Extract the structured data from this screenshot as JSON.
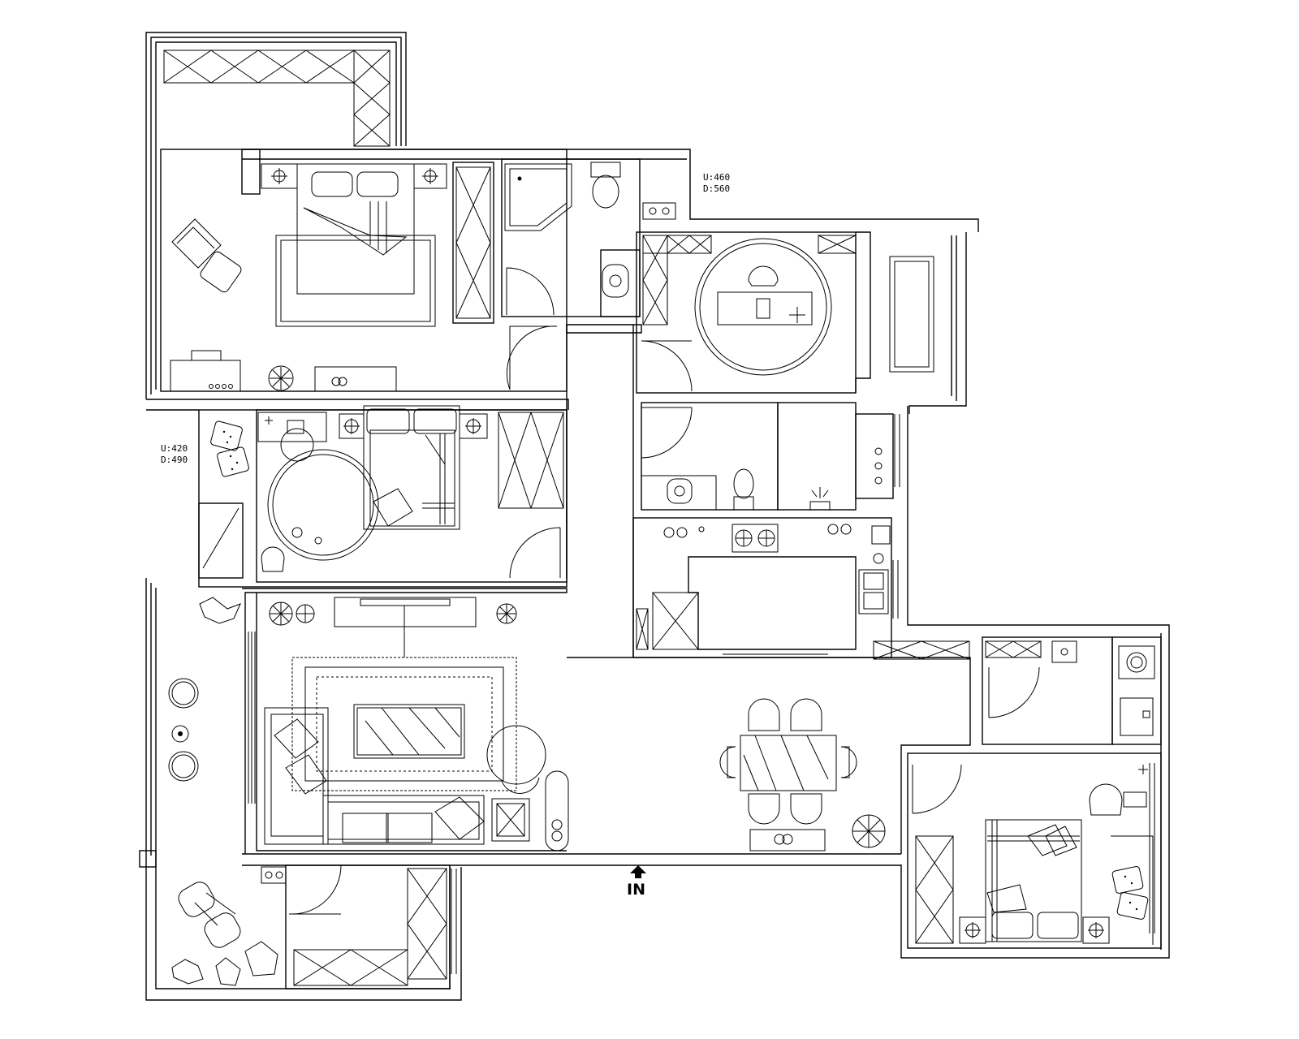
{
  "labels": {
    "window_tag_1_line1": "U:460",
    "window_tag_1_line2": "D:560",
    "window_tag_2_line1": "U:420",
    "window_tag_2_line2": "D:490",
    "entrance": "IN"
  }
}
